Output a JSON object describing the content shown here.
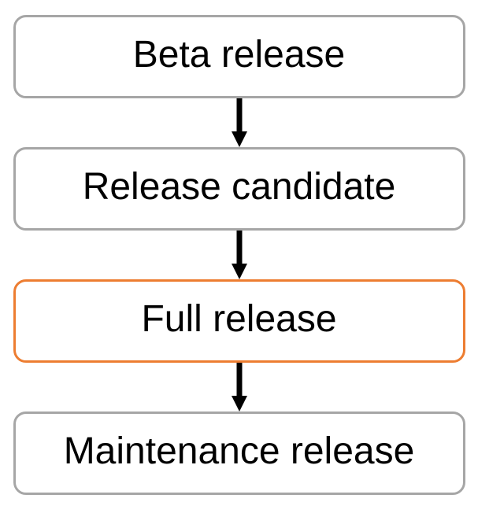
{
  "diagram": {
    "type": "flowchart-vertical",
    "nodes": [
      {
        "label": "Beta release",
        "highlighted": false
      },
      {
        "label": "Release candidate",
        "highlighted": false
      },
      {
        "label": "Full release",
        "highlighted": true
      },
      {
        "label": "Maintenance release",
        "highlighted": false
      }
    ],
    "connectors": [
      {
        "from": "Beta release",
        "to": "Release candidate",
        "style": "down-arrow"
      },
      {
        "from": "Release candidate",
        "to": "Full release",
        "style": "down-arrow"
      },
      {
        "from": "Full release",
        "to": "Maintenance release",
        "style": "down-arrow"
      }
    ]
  },
  "colors": {
    "node_border": "#A6A6A6",
    "highlight_border": "#ED7D31",
    "arrow": "#000000",
    "text": "#000000",
    "background": "#FFFFFF"
  }
}
